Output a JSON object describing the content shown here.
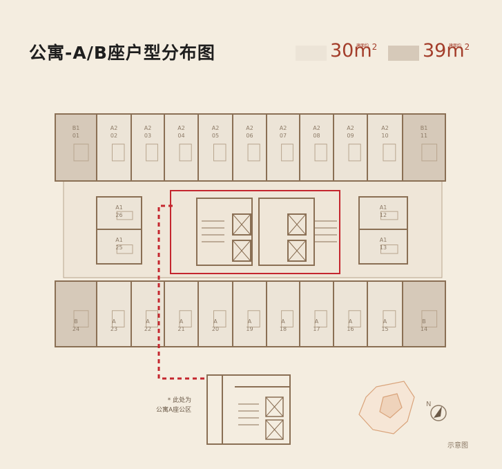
{
  "title": "公寓-A/B座户型分布图",
  "legend": [
    {
      "label": "30m",
      "sup": "2",
      "note": "建面约",
      "color": "#ece4d7"
    },
    {
      "label": "39m",
      "sup": "2",
      "note": "建面约",
      "color": "#d6c9b9"
    }
  ],
  "units_top": [
    {
      "type": "B1",
      "num": "01",
      "large": true
    },
    {
      "type": "A2",
      "num": "02"
    },
    {
      "type": "A2",
      "num": "03"
    },
    {
      "type": "A2",
      "num": "04"
    },
    {
      "type": "A2",
      "num": "05"
    },
    {
      "type": "A2",
      "num": "06"
    },
    {
      "type": "A2",
      "num": "07"
    },
    {
      "type": "A2",
      "num": "08"
    },
    {
      "type": "A2",
      "num": "09"
    },
    {
      "type": "A2",
      "num": "10"
    },
    {
      "type": "B1",
      "num": "11",
      "large": true
    }
  ],
  "units_middle": [
    {
      "type": "A1",
      "num": "26"
    },
    {
      "type": "A1",
      "num": "25"
    },
    {
      "type": "A1",
      "num": "12"
    },
    {
      "type": "A1",
      "num": "13"
    }
  ],
  "units_bottom": [
    {
      "type": "B",
      "num": "24",
      "large": true
    },
    {
      "type": "A",
      "num": "23"
    },
    {
      "type": "A",
      "num": "22"
    },
    {
      "type": "A",
      "num": "21"
    },
    {
      "type": "A",
      "num": "20"
    },
    {
      "type": "A",
      "num": "19"
    },
    {
      "type": "A",
      "num": "18"
    },
    {
      "type": "A",
      "num": "17"
    },
    {
      "type": "A",
      "num": "16"
    },
    {
      "type": "A",
      "num": "15"
    },
    {
      "type": "B",
      "num": "14",
      "large": true
    }
  ],
  "public_area_note": {
    "line1": "* 此处为",
    "line2": "公寓A座公区"
  },
  "compass_label": "N",
  "caption": "示意图",
  "colors": {
    "highlight": "#c4262e",
    "wall": "#8a6f54",
    "large_unit": "#d6c9b9",
    "small_unit": "#ece4d7"
  }
}
